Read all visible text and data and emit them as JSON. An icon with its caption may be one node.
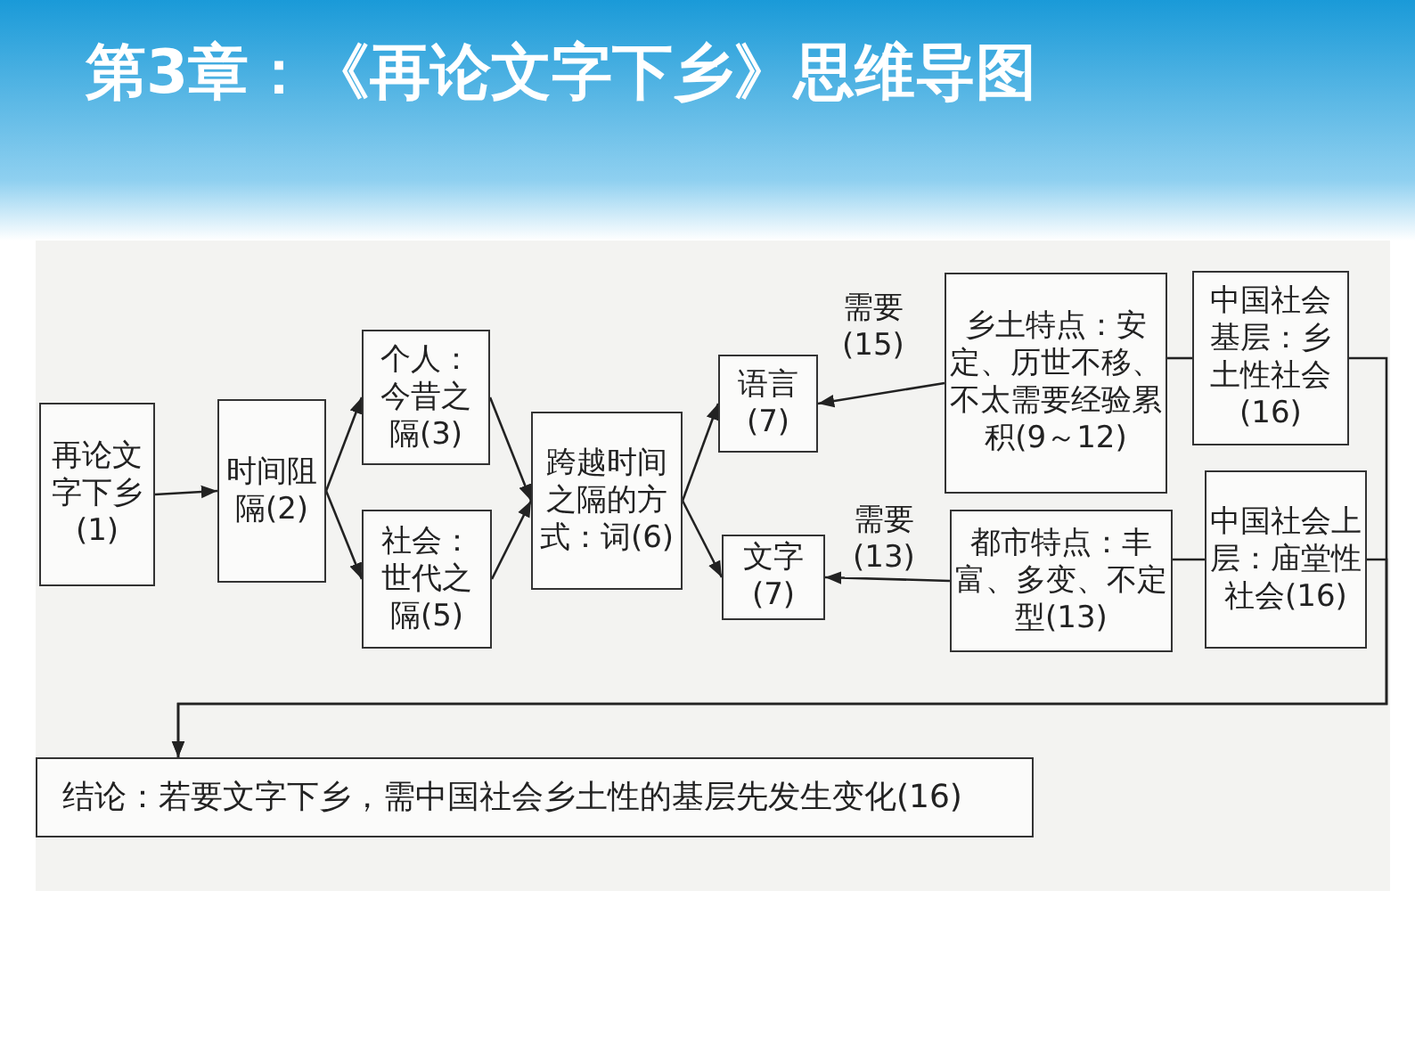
{
  "diagram": {
    "title": "第3章：《再论文字下乡》思维导图",
    "nodes": [
      {
        "text": [
          "再论文字下乡(1)"
        ]
      },
      {
        "text": [
          "时间阻隔(2)"
        ]
      },
      {
        "text": [
          "个人：今昔之隔(3)"
        ]
      },
      {
        "text": [
          "社会：世代之隔(5)"
        ]
      },
      {
        "text": [
          "跨越时间之隔的方式：词(6)"
        ]
      },
      {
        "text": [
          "语言(7)"
        ]
      },
      {
        "text": [
          "文字(7)"
        ]
      },
      {
        "text": [
          "乡土特点：安定、历世不移、不太需要经验累积(9～12)"
        ]
      },
      {
        "text": [
          "都市特点：丰富、多变、不定型(13)"
        ]
      },
      {
        "text": [
          "中国社会基层：乡土性社会(16)"
        ]
      },
      {
        "text": [
          "中国社会上层：庙堂性社会(16)"
        ]
      },
      {
        "text": [
          "结论：若要文字下乡，需中国社会乡土性的基层先发生变化(16)"
        ]
      }
    ],
    "edges": [
      {
        "from": 0,
        "to": 1,
        "arrow": "to"
      },
      {
        "from": 1,
        "to": 2,
        "arrow": "to"
      },
      {
        "from": 1,
        "to": 3,
        "arrow": "to"
      },
      {
        "from": 2,
        "to": 4,
        "arrow": "to"
      },
      {
        "from": 3,
        "to": 4,
        "arrow": "to"
      },
      {
        "from": 4,
        "to": 5,
        "arrow": "to"
      },
      {
        "from": 4,
        "to": 6,
        "arrow": "to"
      },
      {
        "from": 7,
        "to": 5,
        "arrow": "to",
        "label": "需要(15)"
      },
      {
        "from": 8,
        "to": 6,
        "arrow": "to",
        "label": "需要(13)"
      },
      {
        "from": 9,
        "to": 7,
        "arrow": "none"
      },
      {
        "from": 10,
        "to": 8,
        "arrow": "none"
      },
      {
        "from": 9,
        "to": 11,
        "arrow": "to"
      },
      {
        "from": 10,
        "to": 11,
        "arrow": "to"
      }
    ]
  }
}
